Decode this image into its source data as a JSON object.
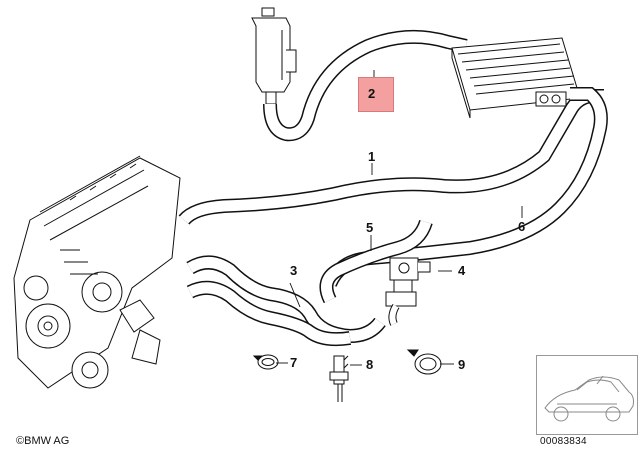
{
  "diagram": {
    "callouts": [
      {
        "id": "1",
        "label": "1",
        "highlighted": false
      },
      {
        "id": "2",
        "label": "2",
        "highlighted": true
      },
      {
        "id": "3",
        "label": "3",
        "highlighted": false
      },
      {
        "id": "4",
        "label": "4",
        "highlighted": false
      },
      {
        "id": "5",
        "label": "5",
        "highlighted": false
      },
      {
        "id": "6",
        "label": "6",
        "highlighted": false
      },
      {
        "id": "7",
        "label": "7",
        "highlighted": false
      },
      {
        "id": "8",
        "label": "8",
        "highlighted": false
      },
      {
        "id": "9",
        "label": "9",
        "highlighted": false
      }
    ],
    "brand": "BMW AG",
    "diagram_number": "00083834",
    "highlight_color": "#f4a0a0"
  }
}
